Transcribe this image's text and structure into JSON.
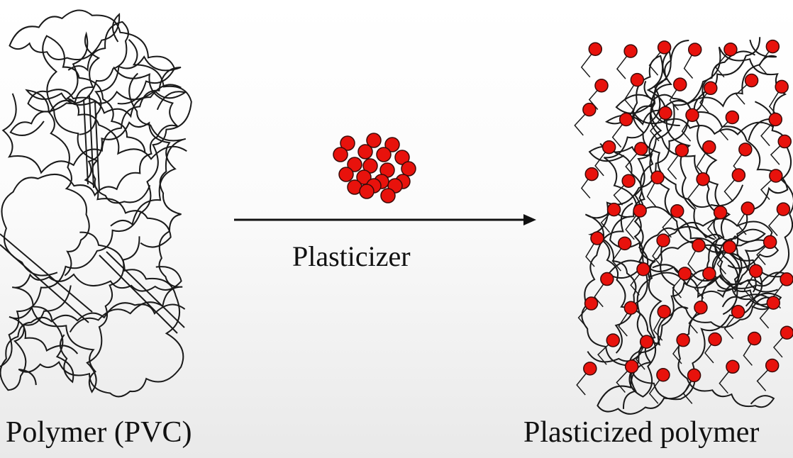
{
  "labels": {
    "polymer": "Polymer (PVC)",
    "plasticizer": "Plasticizer",
    "plasticized": "Plasticized polymer"
  },
  "colors": {
    "sphere_fill": "#e8120c",
    "sphere_stroke": "#3a0a08",
    "line": "#1a1a1a"
  }
}
